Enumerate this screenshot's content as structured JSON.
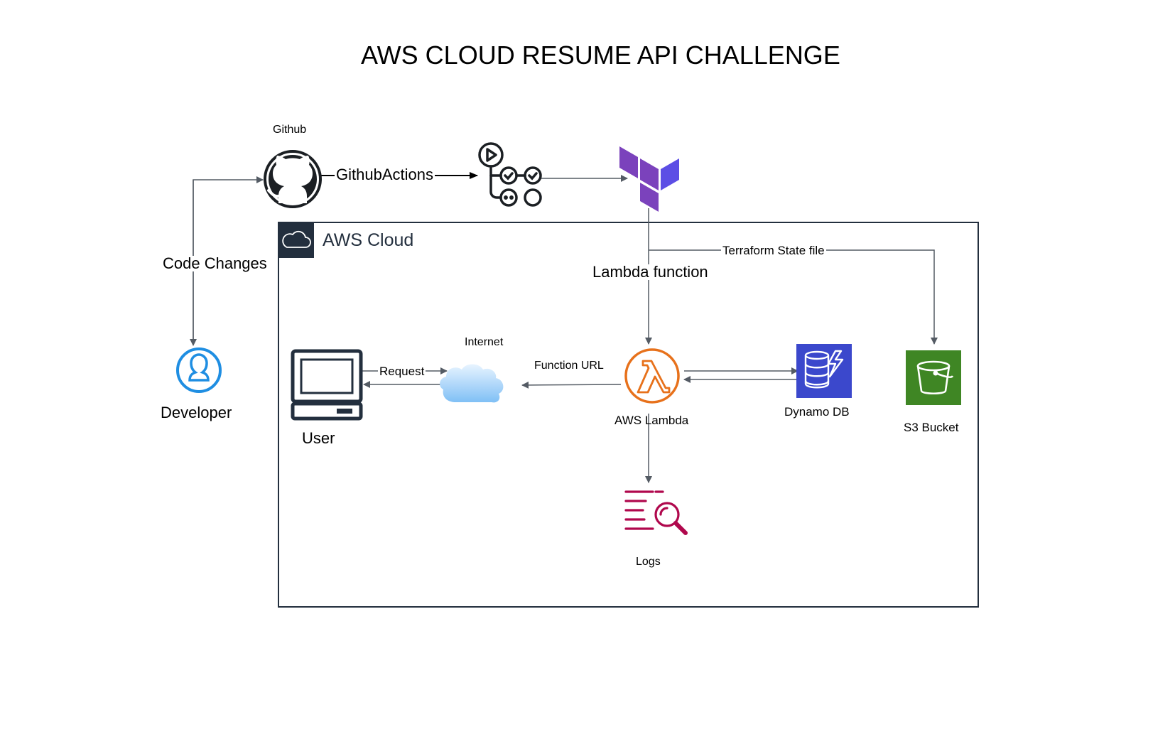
{
  "title": "AWS CLOUD RESUME API CHALLENGE",
  "nodes": {
    "github": {
      "label": "Github",
      "icon": "github-icon"
    },
    "actions": {
      "icon": "github-actions-workflow-icon"
    },
    "terraform": {
      "icon": "terraform-icon"
    },
    "developer": {
      "label": "Developer",
      "icon": "user-circle-icon"
    },
    "user": {
      "label": "User",
      "icon": "computer-terminal-icon"
    },
    "internet": {
      "label": "Internet",
      "icon": "cloud-icon"
    },
    "lambda": {
      "label": "AWS Lambda",
      "icon": "aws-lambda-icon"
    },
    "dynamo": {
      "label": "Dynamo DB",
      "icon": "dynamodb-icon"
    },
    "s3": {
      "label": "S3 Bucket",
      "icon": "s3-bucket-icon"
    },
    "logs": {
      "label": "Logs",
      "icon": "cloudwatch-logs-icon"
    }
  },
  "group": {
    "label": "AWS Cloud",
    "icon": "aws-cloud-icon"
  },
  "edges": {
    "code_changes": "Code Changes",
    "github_actions": "GithubActions",
    "lambda_function": "Lambda function",
    "terraform_state": "Terraform State file",
    "request": "Request",
    "function_url": "Function URL"
  },
  "colors": {
    "connector": "#545b64",
    "aws_dark": "#232f3e",
    "terraform_light": "#7b42bc",
    "terraform_dark": "#5c4ee5",
    "lambda": "#e7711b",
    "dynamo": "#3b48cc",
    "s3": "#3f8624",
    "logs": "#b0084d",
    "developer": "#1f8ee2"
  }
}
